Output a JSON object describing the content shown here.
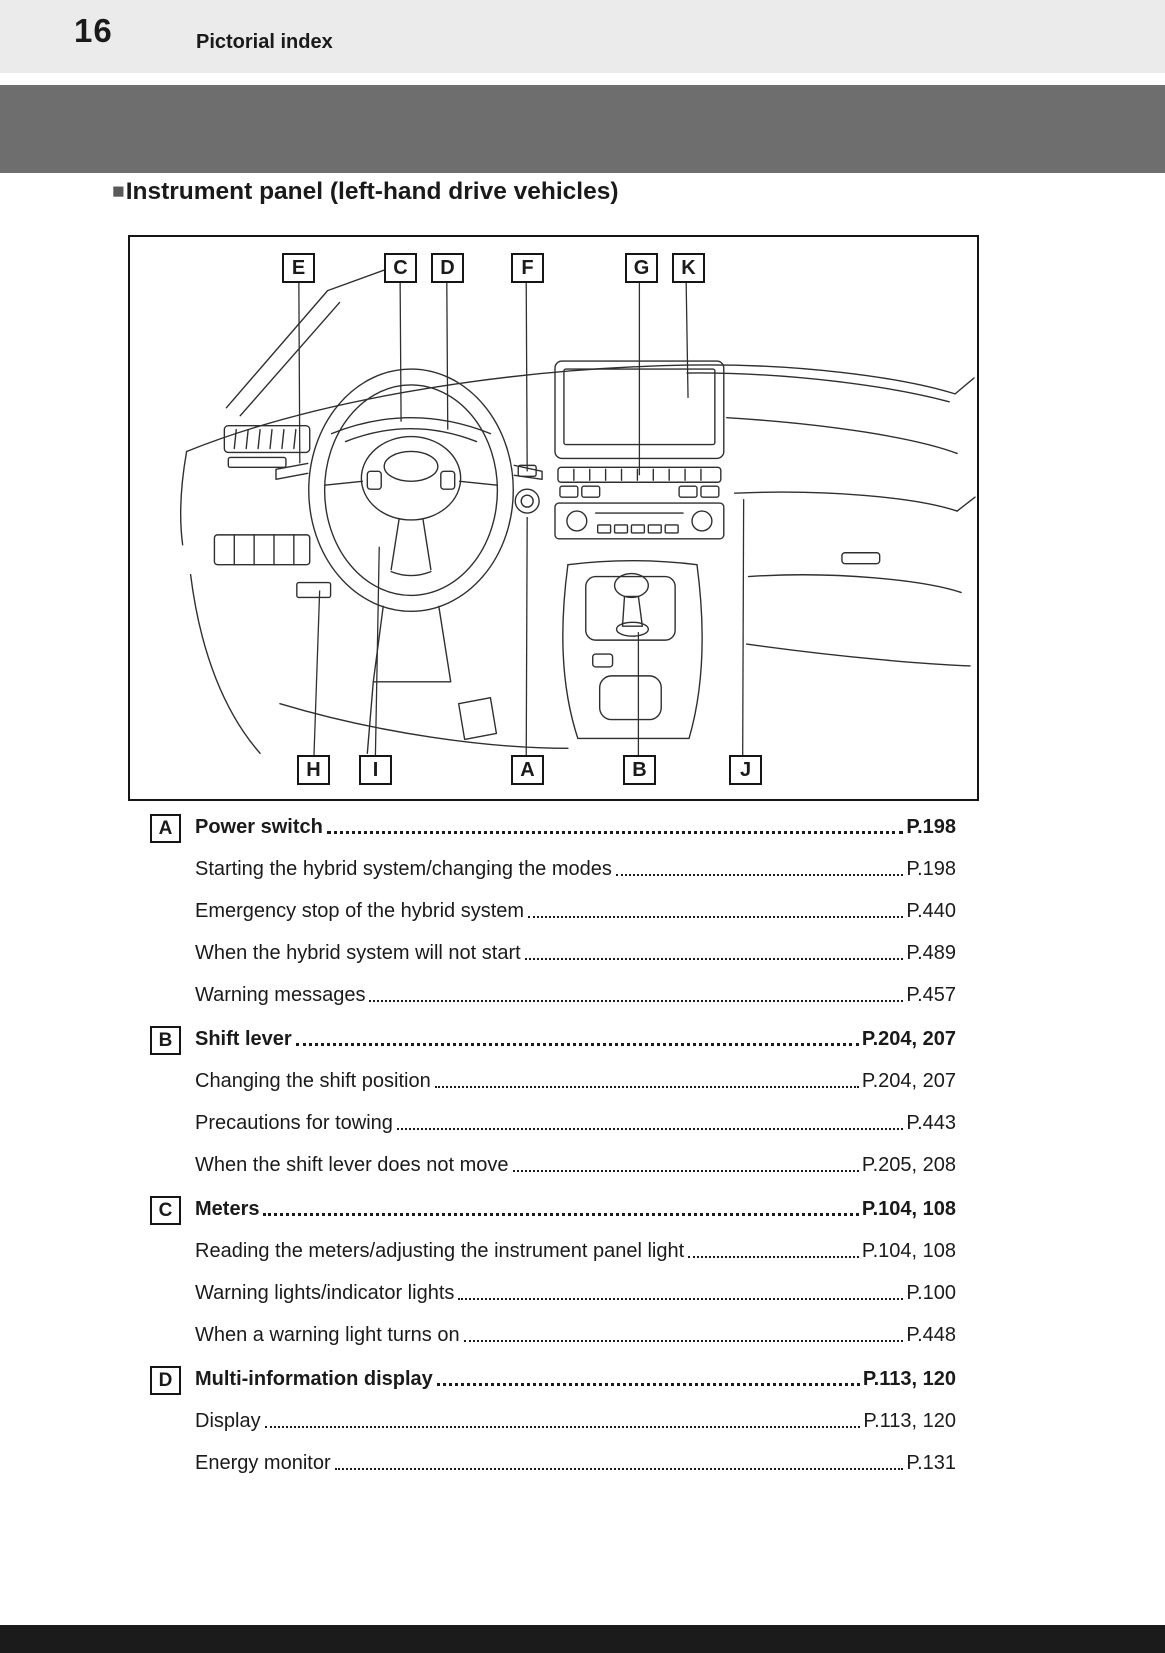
{
  "page": {
    "number": "16",
    "header": "Pictorial index",
    "section_marker": "■",
    "section_title": "Instrument panel (left-hand drive vehicles)"
  },
  "colors": {
    "header_bg": "#ebebeb",
    "chapter_band_bg": "#6e6e6e",
    "footer_bg": "#1b1b1b",
    "text": "#1a1a1a"
  },
  "figure": {
    "callouts_top": [
      "E",
      "C",
      "D",
      "F",
      "G",
      "K"
    ],
    "callouts_bottom": [
      "H",
      "I",
      "A",
      "B",
      "J"
    ]
  },
  "index": {
    "sections": [
      {
        "letter": "A",
        "title": "Power switch",
        "pages": "P.198",
        "items": [
          {
            "label": "Starting the hybrid system/changing the modes",
            "pages": "P.198"
          },
          {
            "label": "Emergency stop of the hybrid system",
            "pages": "P.440"
          },
          {
            "label": "When the hybrid system will not start",
            "pages": "P.489"
          },
          {
            "label": "Warning messages",
            "pages": "P.457"
          }
        ]
      },
      {
        "letter": "B",
        "title": "Shift lever",
        "pages": "P.204, 207",
        "items": [
          {
            "label": "Changing the shift position",
            "pages": "P.204, 207"
          },
          {
            "label": "Precautions for towing",
            "pages": "P.443"
          },
          {
            "label": "When the shift lever does not move",
            "pages": "P.205, 208"
          }
        ]
      },
      {
        "letter": "C",
        "title": "Meters",
        "pages": "P.104, 108",
        "items": [
          {
            "label": "Reading the meters/adjusting the instrument panel light",
            "pages": "P.104, 108"
          },
          {
            "label": "Warning lights/indicator lights",
            "pages": "P.100"
          },
          {
            "label": "When a warning light turns on",
            "pages": "P.448"
          }
        ]
      },
      {
        "letter": "D",
        "title": "Multi-information display",
        "pages": "P.113, 120",
        "items": [
          {
            "label": "Display",
            "pages": "P.113, 120"
          },
          {
            "label": "Energy monitor",
            "pages": "P.131"
          }
        ]
      }
    ]
  }
}
